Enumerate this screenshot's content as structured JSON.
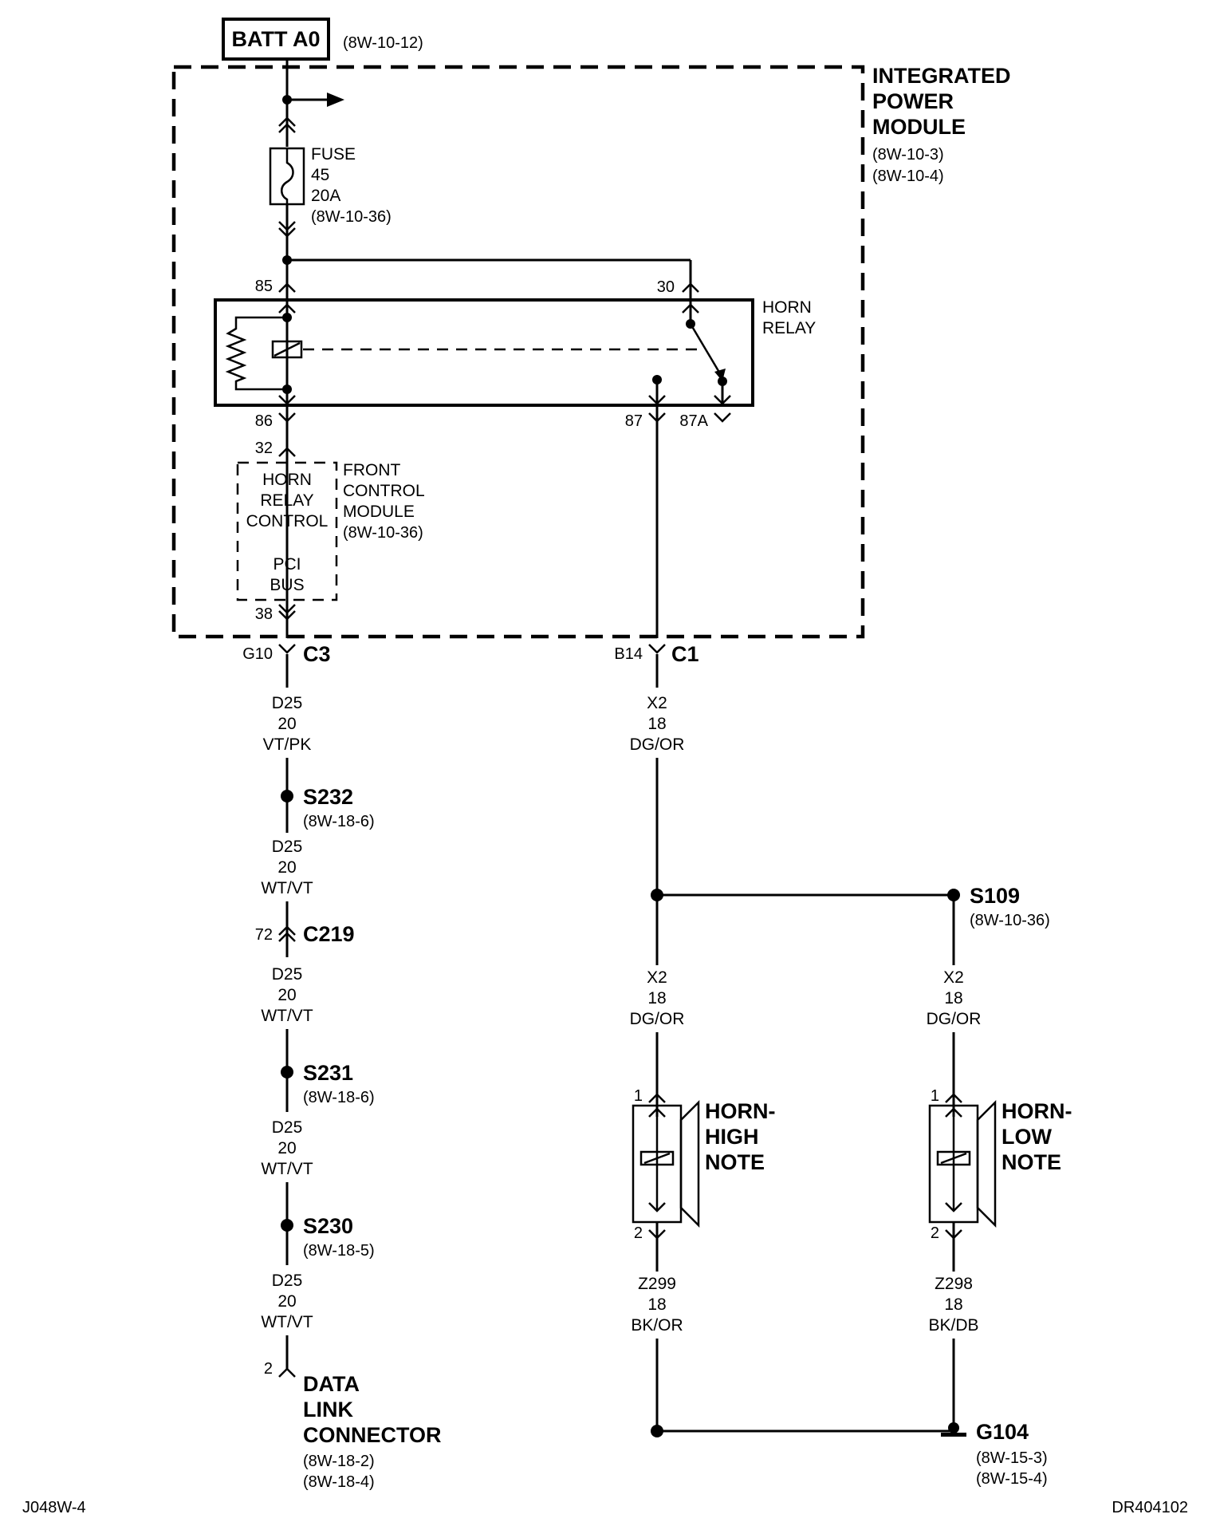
{
  "batt": {
    "label": "BATT A0",
    "ref": "(8W-10-12)"
  },
  "ipm": {
    "line1": "INTEGRATED",
    "line2": "POWER",
    "line3": "MODULE",
    "ref1": "(8W-10-3)",
    "ref2": "(8W-10-4)"
  },
  "fuse": {
    "line1": "FUSE",
    "line2": "45",
    "line3": "20A",
    "ref": "(8W-10-36)"
  },
  "relay": {
    "line1": "HORN",
    "line2": "RELAY",
    "pin85": "85",
    "pin30": "30",
    "pin86": "86",
    "pin87": "87",
    "pin87a": "87A"
  },
  "fcm": {
    "pin32": "32",
    "inner1": "HORN",
    "inner2": "RELAY",
    "inner3": "CONTROL",
    "inner4": "PCI",
    "inner5": "BUS",
    "line1": "FRONT",
    "line2": "CONTROL",
    "line3": "MODULE",
    "ref": "(8W-10-36)",
    "pin38": "38"
  },
  "c3": {
    "pin": "G10",
    "name": "C3"
  },
  "c1": {
    "pin": "B14",
    "name": "C1"
  },
  "left_wires": [
    {
      "circuit": "D25",
      "gauge": "20",
      "color": "VT/PK"
    },
    {
      "circuit": "D25",
      "gauge": "20",
      "color": "WT/VT"
    },
    {
      "circuit": "D25",
      "gauge": "20",
      "color": "WT/VT"
    },
    {
      "circuit": "D25",
      "gauge": "20",
      "color": "WT/VT"
    },
    {
      "circuit": "D25",
      "gauge": "20",
      "color": "WT/VT"
    }
  ],
  "s232": {
    "name": "S232",
    "ref": "(8W-18-6)"
  },
  "c219": {
    "pin": "72",
    "name": "C219"
  },
  "s231": {
    "name": "S231",
    "ref": "(8W-18-6)"
  },
  "s230": {
    "name": "S230",
    "ref": "(8W-18-5)"
  },
  "dlc": {
    "pin": "2",
    "line1": "DATA",
    "line2": "LINK",
    "line3": "CONNECTOR",
    "ref1": "(8W-18-2)",
    "ref2": "(8W-18-4)"
  },
  "center_wire_top": {
    "circuit": "X2",
    "gauge": "18",
    "color": "DG/OR"
  },
  "s109": {
    "name": "S109",
    "ref": "(8W-10-36)"
  },
  "high_wire": {
    "circuit": "X2",
    "gauge": "18",
    "color": "DG/OR"
  },
  "low_wire": {
    "circuit": "X2",
    "gauge": "18",
    "color": "DG/OR"
  },
  "horn_high": {
    "pin1": "1",
    "pin2": "2",
    "line1": "HORN-",
    "line2": "HIGH",
    "line3": "NOTE"
  },
  "horn_low": {
    "pin1": "1",
    "pin2": "2",
    "line1": "HORN-",
    "line2": "LOW",
    "line3": "NOTE"
  },
  "high_ground_wire": {
    "circuit": "Z299",
    "gauge": "18",
    "color": "BK/OR"
  },
  "low_ground_wire": {
    "circuit": "Z298",
    "gauge": "18",
    "color": "BK/DB"
  },
  "g104": {
    "name": "G104",
    "ref1": "(8W-15-3)",
    "ref2": "(8W-15-4)"
  },
  "footer": {
    "left": "J048W-4",
    "right": "DR404102"
  }
}
